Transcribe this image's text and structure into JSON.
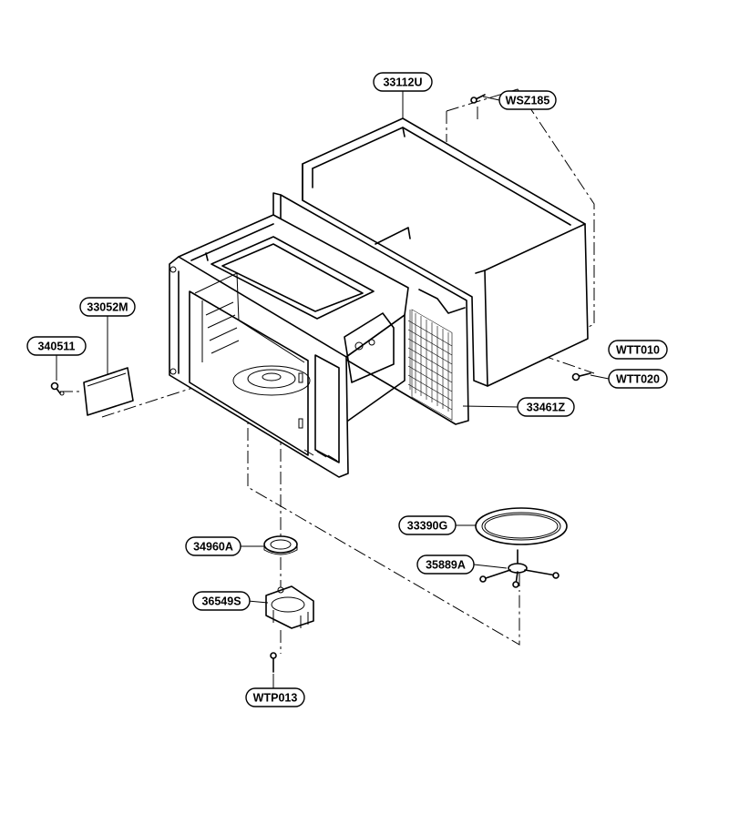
{
  "parts": [
    {
      "id": "cabinet",
      "label": "33112U"
    },
    {
      "id": "screw-cabinet-top",
      "label": "WSZ185"
    },
    {
      "id": "screw-side-a",
      "label": "WTT010"
    },
    {
      "id": "screw-side-b",
      "label": "WTT020"
    },
    {
      "id": "back-plate",
      "label": "33461Z"
    },
    {
      "id": "cover",
      "label": "33052M"
    },
    {
      "id": "screw-cover",
      "label": "340511"
    },
    {
      "id": "glass-tray",
      "label": "33390G"
    },
    {
      "id": "roller-guide",
      "label": "35889A"
    },
    {
      "id": "coupler",
      "label": "34960A"
    },
    {
      "id": "motor",
      "label": "36549S"
    },
    {
      "id": "screw-motor",
      "label": "WTP013"
    }
  ]
}
